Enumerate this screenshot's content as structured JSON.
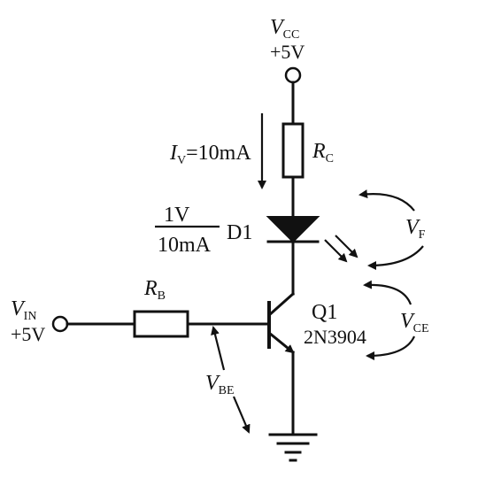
{
  "vcc": {
    "symbol": "V",
    "sub": "CC",
    "value": "+5V"
  },
  "vin": {
    "symbol": "V",
    "sub": "IN",
    "value": "+5V"
  },
  "rc": {
    "symbol": "R",
    "sub": "C"
  },
  "rb": {
    "symbol": "R",
    "sub": "B"
  },
  "current": {
    "symbol": "I",
    "sub": "V",
    "value": "=10mA"
  },
  "diode": {
    "label": "D1",
    "ratio_num": "1V",
    "ratio_den": "10mA"
  },
  "transistor": {
    "label": "Q1",
    "part": "2N3904"
  },
  "vf": {
    "symbol": "V",
    "sub": "F"
  },
  "vce": {
    "symbol": "V",
    "sub": "CE"
  },
  "vbe": {
    "symbol": "V",
    "sub": "BE"
  }
}
